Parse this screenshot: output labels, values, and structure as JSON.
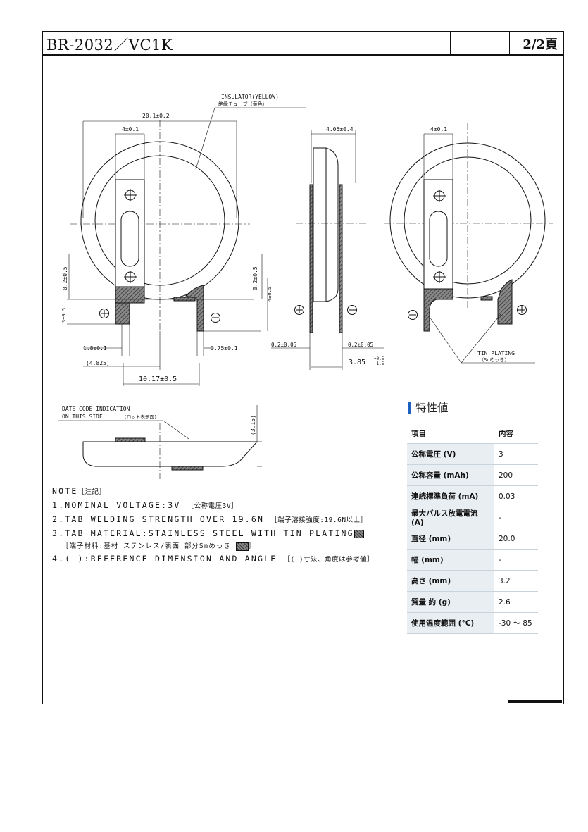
{
  "header": {
    "title": "BR-2032／VC1K",
    "page": "2/2頁"
  },
  "drawing": {
    "insulator_en": "INSULATOR(YELLOW)",
    "insulator_jp": "絶縁チューブ（黄色）",
    "dim_outer_diameter": "20.1±0.2",
    "dim_tab_width_front": "4±0.1",
    "dim_thickness": "4.05±0.4",
    "dim_tab_width_back": "4±0.1",
    "dim_left_offset": "0.2±0.5",
    "dim_right_offset": "0.2±0.5",
    "dim_tab_len": "3±0.5",
    "dim_tab_len_right": "4±0.5",
    "dim_tab_gap": "1.8±0.1",
    "dim_tab_edge": "0.75±0.1",
    "dim_ref_width": "(4.825)",
    "dim_pitch": "10.17±0.5",
    "dim_tab_thick_left": "0.2±0.05",
    "dim_tab_thick_right": "0.2±0.05",
    "dim_side_pitch": "3.85",
    "dim_side_tol_plus": "+0.5",
    "dim_side_tol_minus": "-1.5",
    "tin_plating_en": "TIN PLATING",
    "tin_plating_jp": "（Snめっき）",
    "date_code_line1": "DATE CODE INDICATION",
    "date_code_line2": "ON THIS SIDE",
    "date_code_jp": "[ロット表示面]",
    "dim_height_ref": "(3.15)",
    "plus_symbol": "⊕",
    "minus_symbol": "⊖"
  },
  "notes": {
    "heading": "NOTE",
    "heading_jp": "［注記］",
    "n1": "1.NOMINAL VOLTAGE:3V",
    "n1_jp": "［公称電圧3V］",
    "n2": "2.TAB WELDING STRENGTH OVER 19.6N",
    "n2_jp": "［端子溶接強度:19.6N以上］",
    "n3": "3.TAB MATERIAL:STAINLESS STEEL WITH TIN PLATING",
    "n3_jp": "［端子材料:基材 ステンレス/表面 部分Snめっき",
    "n3_jp_end": "］",
    "n4": "4.( ):REFERENCE DIMENSION AND ANGLE",
    "n4_jp": "［( )寸法、角度は参考値］"
  },
  "spec": {
    "title": "特性値",
    "col_item": "項目",
    "col_value": "内容",
    "rows": [
      {
        "k": "公称電圧 (V)",
        "v": "3"
      },
      {
        "k": "公称容量 (mAh)",
        "v": "200"
      },
      {
        "k": "連続標準負荷 (mA)",
        "v": "0.03"
      },
      {
        "k": "最大パルス放電電流 (A)",
        "v": "-"
      },
      {
        "k": "直径 (mm)",
        "v": "20.0"
      },
      {
        "k": "幅 (mm)",
        "v": "-"
      },
      {
        "k": "高さ (mm)",
        "v": "3.2"
      },
      {
        "k": "質量 約 (g)",
        "v": "2.6"
      },
      {
        "k": "使用温度範囲 (°C)",
        "v": "-30 ～ 85"
      }
    ]
  }
}
